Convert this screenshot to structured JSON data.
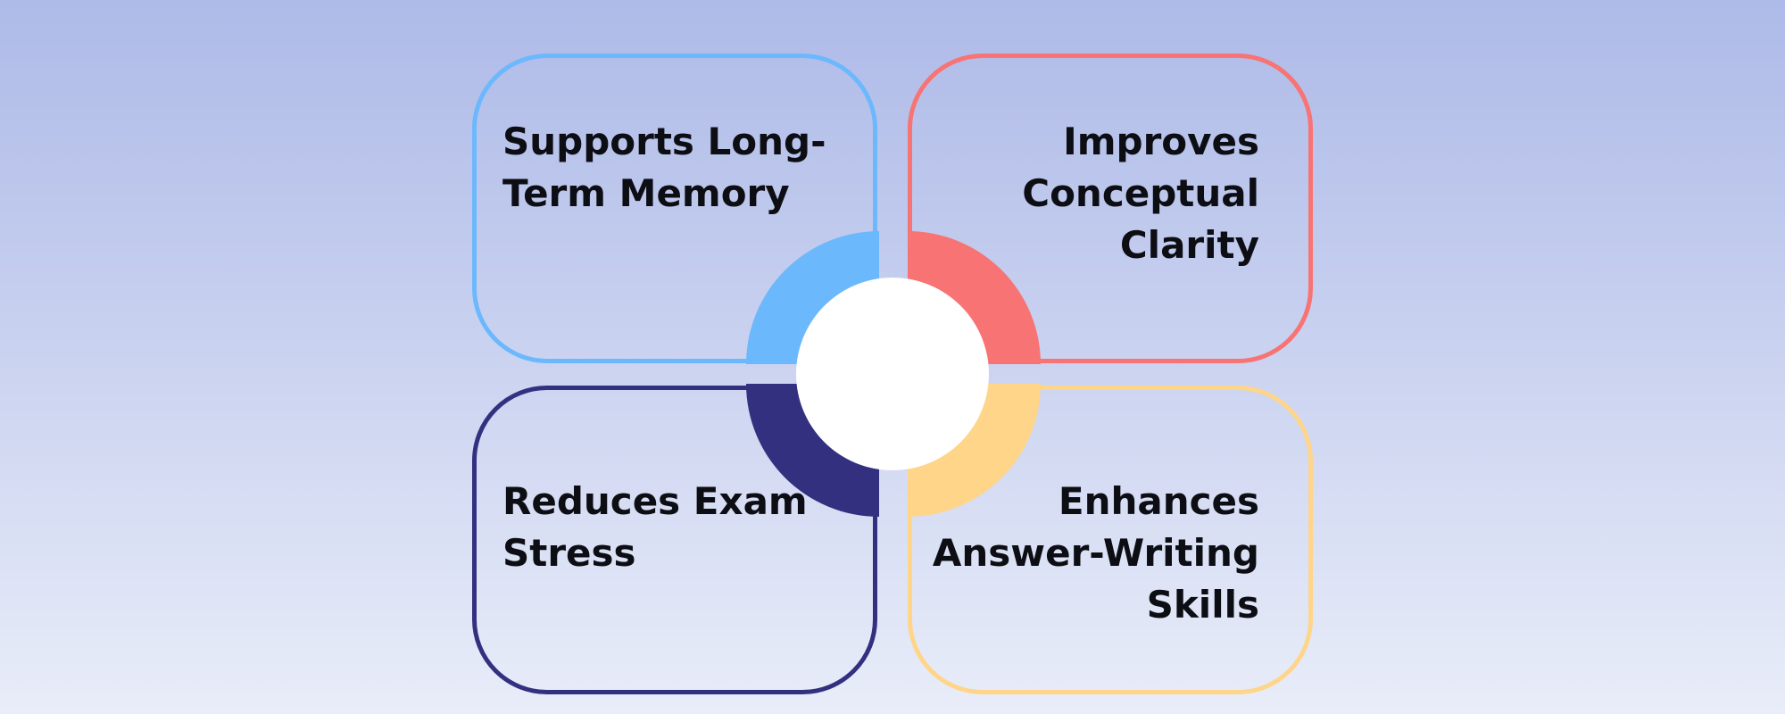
{
  "quadrants": [
    {
      "lines": [
        "Supports Long-",
        "Term Memory"
      ],
      "color": "#6cb8fd"
    },
    {
      "lines": [
        "Improves",
        "Conceptual",
        "Clarity"
      ],
      "color": "#f87373"
    },
    {
      "lines": [
        "Reduces Exam",
        "Stress"
      ],
      "color": "#333080"
    },
    {
      "lines": [
        "Enhances",
        "Answer-Writing",
        "Skills"
      ],
      "color": "#fed589"
    }
  ]
}
